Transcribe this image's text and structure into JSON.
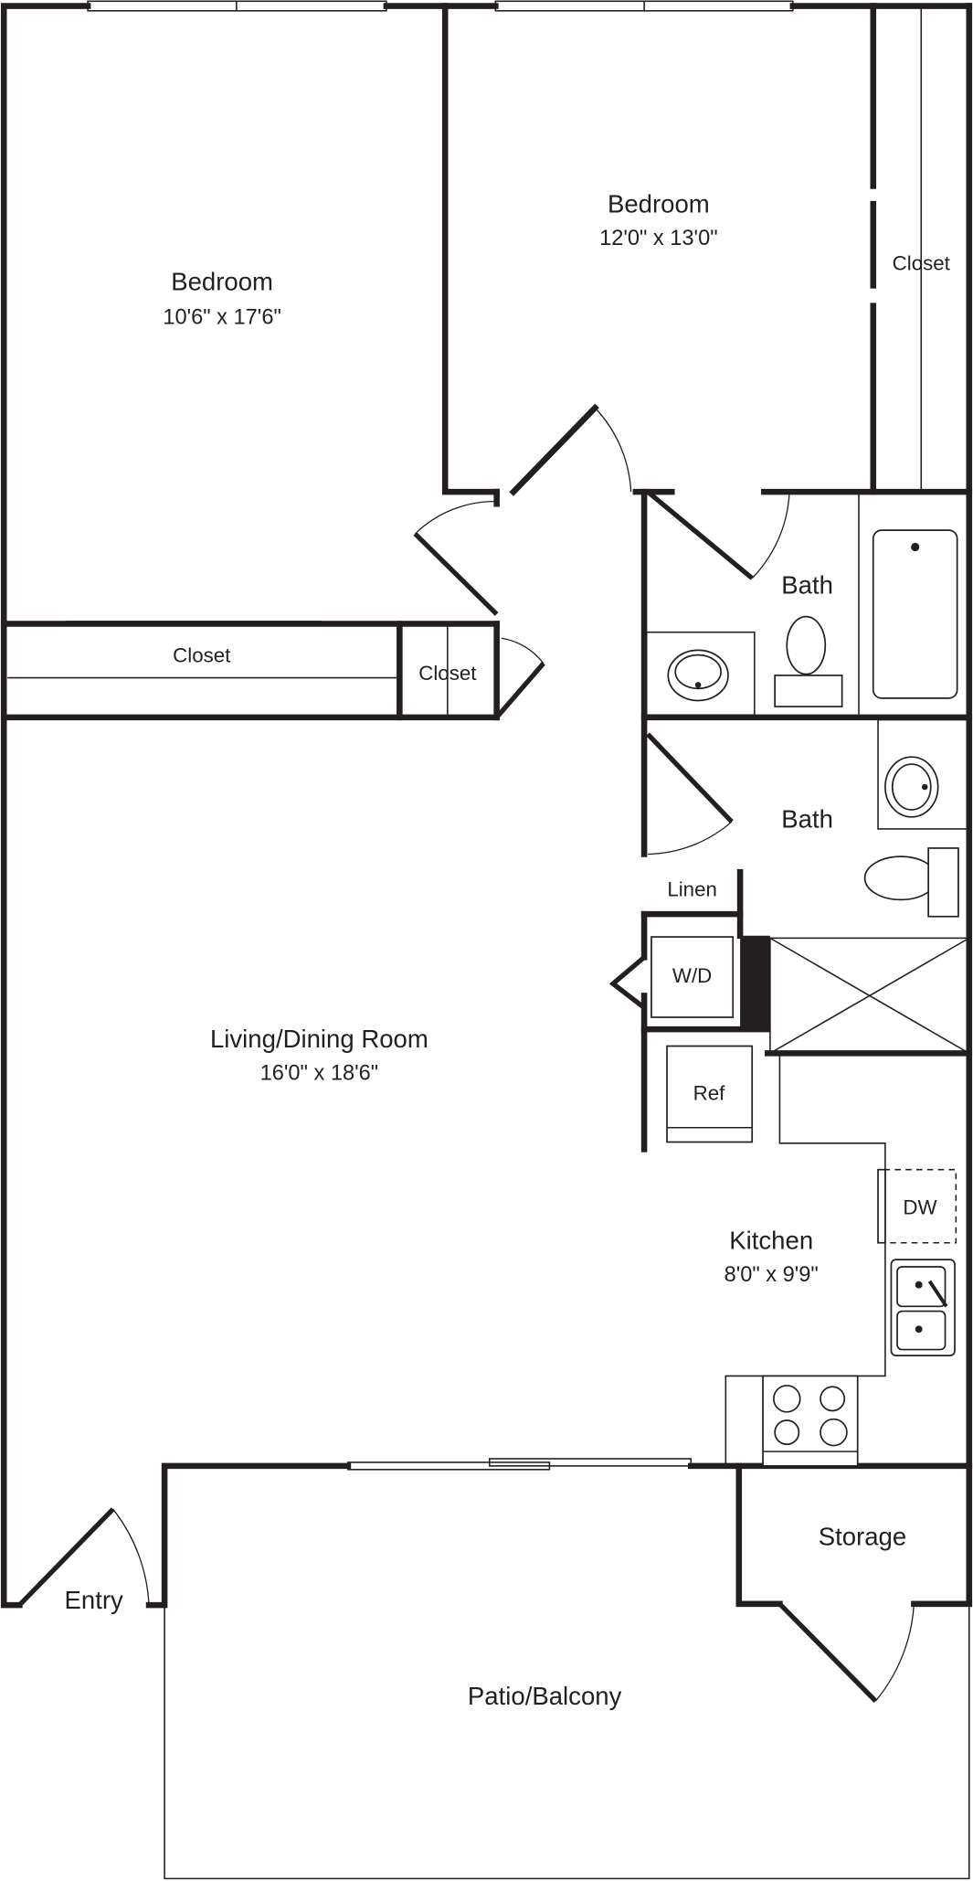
{
  "floorplan": {
    "rooms": [
      {
        "id": "bedroom-1",
        "name": "Bedroom",
        "dimensions": "10'6\" x 17'6\""
      },
      {
        "id": "bedroom-2",
        "name": "Bedroom",
        "dimensions": "12'0\" x 13'0\""
      },
      {
        "id": "living-dining",
        "name": "Living/Dining Room",
        "dimensions": "16'0\" x 18'6\""
      },
      {
        "id": "kitchen",
        "name": "Kitchen",
        "dimensions": "8'0\" x 9'9\""
      }
    ],
    "labels": {
      "closet_right": "Closet",
      "closet_left_wide": "Closet",
      "closet_small": "Closet",
      "bath_1": "Bath",
      "bath_2": "Bath",
      "linen": "Linen",
      "washer_dryer": "W/D",
      "refrigerator": "Ref",
      "dishwasher": "DW",
      "entry": "Entry",
      "storage": "Storage",
      "patio": "Patio/Balcony"
    },
    "colors": {
      "wall": "#231f20",
      "background": "#ffffff"
    }
  }
}
